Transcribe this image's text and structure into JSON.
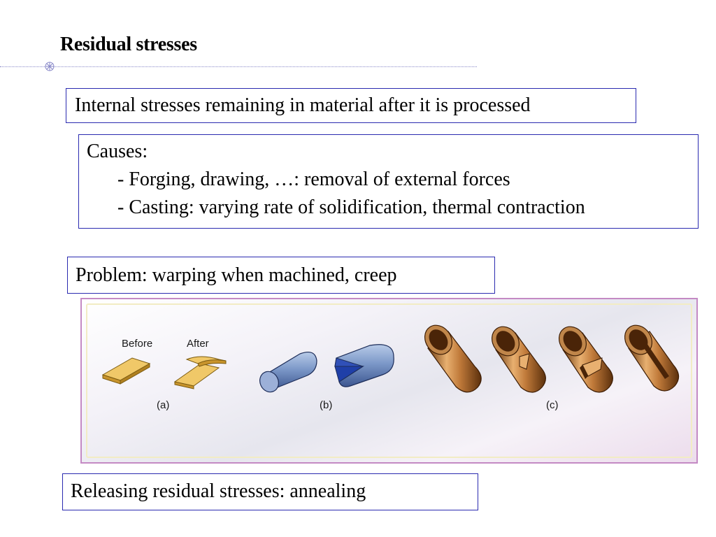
{
  "slide": {
    "title": "Residual stresses",
    "definition": "Internal stresses remaining in material after it is processed",
    "causes": {
      "heading": "Causes:",
      "items": [
        "- Forging, drawing, …: removal of external forces",
        "- Casting: varying rate of solidification, thermal contraction"
      ]
    },
    "problem": "Problem: warping when machined, creep",
    "releasing": "Releasing residual stresses: annealing"
  },
  "figure": {
    "labels": {
      "before": "Before",
      "after": "After",
      "a": "(a)",
      "b": "(b)",
      "c": "(c)"
    },
    "colors": {
      "plate": "#e8b84e",
      "bar": "#7c98c8",
      "bar_cut": "#1f3fa8",
      "tube": "#b8783a",
      "border": "#c48ac4"
    }
  }
}
